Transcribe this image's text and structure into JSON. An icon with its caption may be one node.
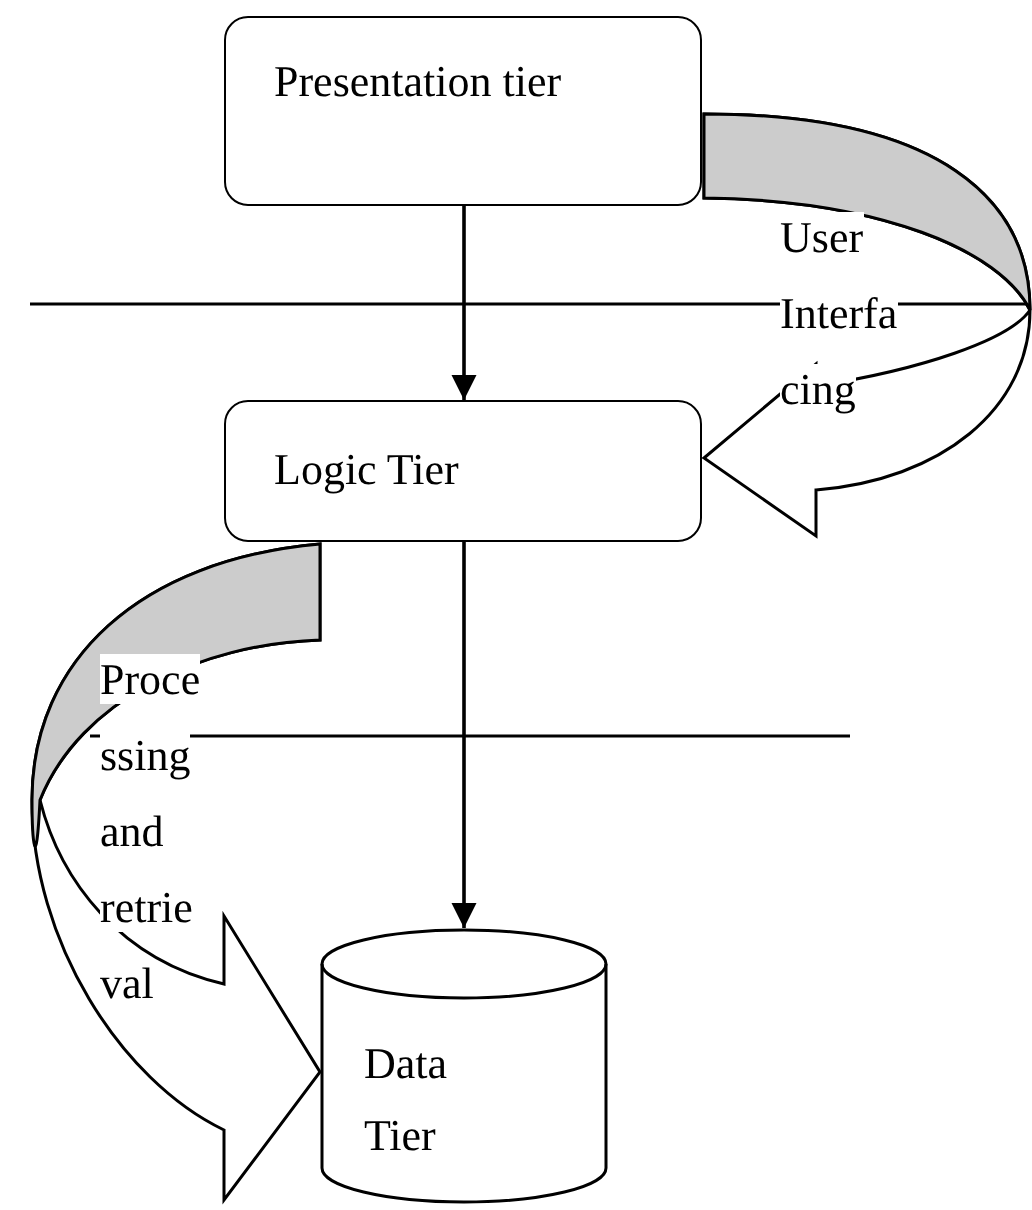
{
  "diagram": {
    "nodes": [
      {
        "text": [
          "Presentation tier"
        ]
      },
      {
        "text": [
          "Logic Tier"
        ]
      },
      {
        "text": [
          "Data Tier"
        ]
      }
    ],
    "edges": [
      {
        "from": 0,
        "to": 1,
        "arrow": "to"
      },
      {
        "from": 1,
        "to": 2,
        "arrow": "to"
      },
      {
        "from": 0,
        "to": 1,
        "arrow": "to",
        "label": "User Interfacing",
        "style": "thick"
      },
      {
        "from": 1,
        "to": 2,
        "arrow": "to",
        "label": "Processing and retrieval",
        "style": "thick"
      }
    ]
  }
}
